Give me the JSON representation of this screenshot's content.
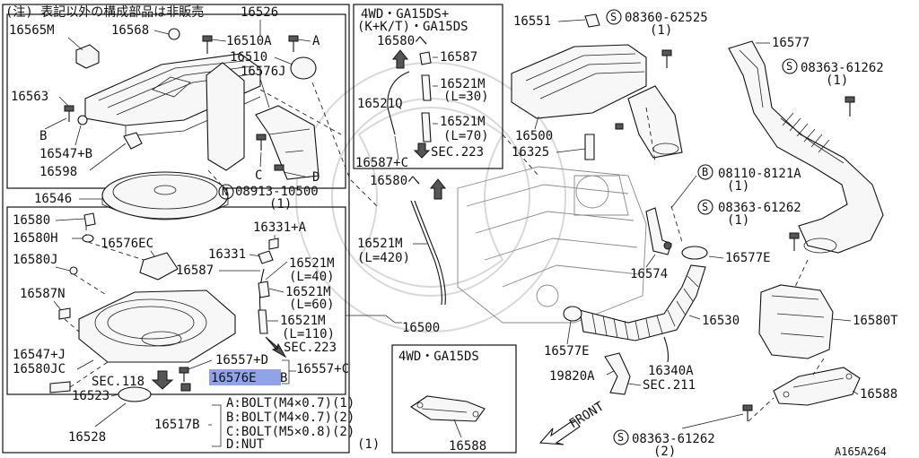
{
  "header": {
    "note": "(注) 表記以外の構成部品は非販売",
    "box_main_part": "16526"
  },
  "callouts": {
    "p16565M": "16565M",
    "p16568": "16568",
    "p16510A": "16510A",
    "pA1": "A",
    "p16510": "16510",
    "p16576J": "16576J",
    "p16563": "16563",
    "pB1": "B",
    "p16547B": "16547+B",
    "p16598": "16598",
    "pC1": "C",
    "pD1": "D",
    "p16546": "16546",
    "nut_no": "08913-10500",
    "nut_qty": "(1)",
    "p16580": "16580",
    "p16580H": "16580H",
    "p16576EC": "16576EC",
    "p16331A": "16331+A",
    "p16331": "16331",
    "p16580J": "16580J",
    "p16587": "16587",
    "p16521M_40": "16521M",
    "p16521M_40_len": "(L=40)",
    "p16521M_60": "16521M",
    "p16521M_60_len": "(L=60)",
    "p16587N": "16587N",
    "p16521M_110": "16521M",
    "p16521M_110_len": "(L=110)",
    "sec223_a": "SEC.223",
    "p16547J": "16547+J",
    "p16580JC": "16580JC",
    "sec118": "SEC.118",
    "p16557D": "16557+D",
    "p16557C": "16557+C",
    "p16576E_hl": "16576E",
    "pB2": "B",
    "p16523": "16523",
    "p16517B": "16517B",
    "p16528": "16528",
    "legend_a": "A:BOLT(M4×0.7)(1)",
    "legend_b": "B:BOLT(M4×0.7)(2)",
    "legend_c": "C:BOLT(M5×0.8)(2)",
    "legend_d": "D:NUT",
    "legend_d_qty": "(1)",
    "mid_title1": "4WD・GA15DS+",
    "mid_title2": "(K+K/T)・GA15DS",
    "p16580_to": "16580へ",
    "p16587b": "16587",
    "p16521M_30": "16521M",
    "p16521M_30_len": "(L=30)",
    "p16521Q": "16521Q",
    "p16521M_70": "16521M",
    "p16521M_70_len": "(L=70)",
    "p16587C": "16587+C",
    "sec223_b": "SEC.223",
    "p16580_to2": "16580へ",
    "p16521M_420": "16521M",
    "p16521M_420_len": "(L=420)",
    "p16500_b": "16500",
    "sub_title": "4WD・GA15DS",
    "p16588_b": "16588",
    "p16551": "16551",
    "screw1_no": "08360-62525",
    "screw1_qty": "(1)",
    "p16500": "16500",
    "p16325": "16325",
    "p16577": "16577",
    "screw2_no": "08363-61262",
    "screw2_qty": "(1)",
    "bolt_no": "08110-8121A",
    "bolt_qty": "(1)",
    "screw3_no": "08363-61262",
    "screw3_qty": "(1)",
    "p16574": "16574",
    "p16577E": "16577E",
    "p16530": "16530",
    "p16577E_b": "16577E",
    "p16580T": "16580T",
    "p16340A": "16340A",
    "p19820A": "19820A",
    "sec211": "SEC.211",
    "p16588": "16588",
    "front": "FRONT",
    "screw4_no": "08363-61262",
    "screw4_qty": "(2)",
    "drawing_code": "A165A264"
  },
  "symbols": {
    "S": "S",
    "N": "N",
    "B": "B"
  },
  "highlight_color": "#8fa3e6"
}
